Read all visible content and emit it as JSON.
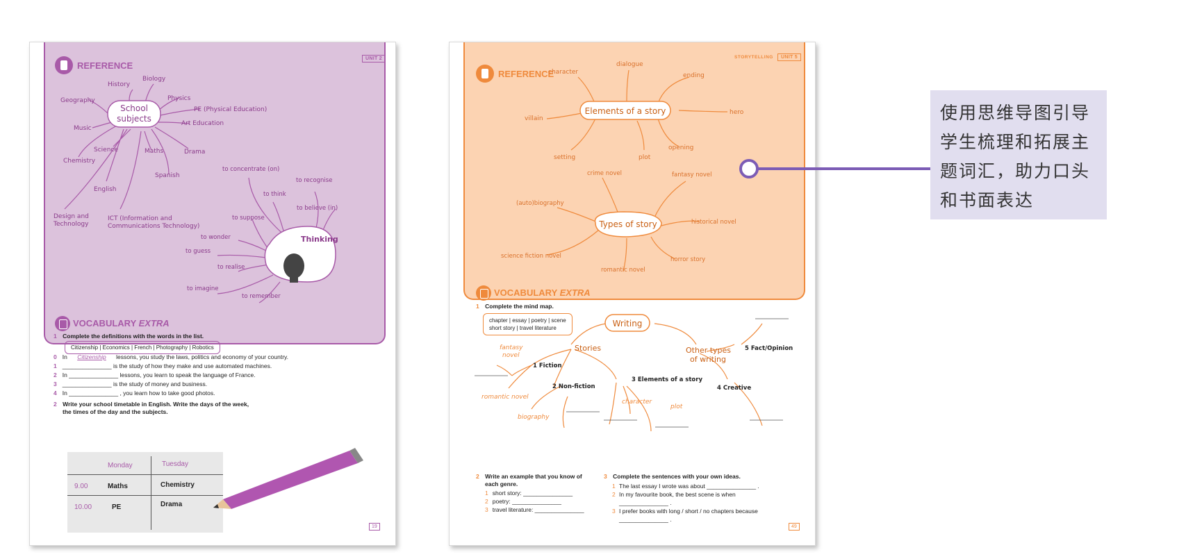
{
  "left_page": {
    "unit": "UNIT 2",
    "reference_title": "REFERENCE",
    "school_subjects": {
      "center": [
        "School",
        "subjects"
      ],
      "items": [
        "History",
        "Biology",
        "Geography",
        "Physics",
        "PE (Physical Education)",
        "Art Education",
        "Music",
        "Science",
        "Maths",
        "Drama",
        "Chemistry",
        "Spanish",
        "English",
        "Design and",
        "Technology",
        "ICT (Information and",
        "Communications Technology)"
      ]
    },
    "thinking": {
      "center": "Thinking",
      "items": [
        "to concentrate (on)",
        "to recognise",
        "to think",
        "to believe (in)",
        "to suppose",
        "to wonder",
        "to guess",
        "to realise",
        "to imagine",
        "to remember"
      ]
    },
    "vocab_title_a": "VOCABULARY ",
    "vocab_title_b": "EXTRA",
    "ex1_num": "1",
    "ex1_instruction": "Complete the definitions with the words in the list.",
    "ex1_words": "Citizenship | Economics | French | Photography | Robotics",
    "ex1_lines": [
      {
        "n": "0",
        "text_a": "In ",
        "answer": "Citizenship",
        "text_b": " lessons, you study the laws, politics and economy of your country."
      },
      {
        "n": "1",
        "text_a": "_______________ is the study of how they make and use automated machines.",
        "answer": "",
        "text_b": ""
      },
      {
        "n": "2",
        "text_a": "In _______________ lessons, you learn to speak the language of France.",
        "answer": "",
        "text_b": ""
      },
      {
        "n": "3",
        "text_a": "_______________ is the study of money and business.",
        "answer": "",
        "text_b": ""
      },
      {
        "n": "4",
        "text_a": "In _______________ , you learn how to take good photos.",
        "answer": "",
        "text_b": ""
      }
    ],
    "ex2_num": "2",
    "ex2_instruction_1": "Write your school timetable in English. Write the days of the week,",
    "ex2_instruction_2": "the times of the day and the subjects.",
    "timetable": {
      "days": [
        "Monday",
        "Tuesday"
      ],
      "rows": [
        {
          "time": "9.00",
          "mon": "Maths",
          "tue": "Chemistry"
        },
        {
          "time": "10.00",
          "mon": "PE",
          "tue": "Drama"
        }
      ]
    },
    "page_number": "19"
  },
  "right_page": {
    "header_label": "STORYTELLING",
    "unit": "UNIT 5",
    "reference_title": "REFERENCE",
    "elements": {
      "center": "Elements of a story",
      "items": [
        "character",
        "dialogue",
        "ending",
        "villain",
        "hero",
        "setting",
        "plot",
        "opening"
      ]
    },
    "types": {
      "center": "Types of story",
      "items": [
        "crime novel",
        "fantasy novel",
        "(auto)biography",
        "historical novel",
        "science fiction novel",
        "horror story",
        "romantic novel"
      ]
    },
    "vocab_title_a": "VOCABULARY ",
    "vocab_title_b": "EXTRA",
    "ex1_num": "1",
    "ex1_instruction": "Complete the mind map.",
    "ex1_words_1": "chapter | essay | poetry | scene",
    "ex1_words_2": "short story | travel literature",
    "writing_map": {
      "center": "Writing",
      "stories": "Stories",
      "other": [
        "Other types",
        "of writing"
      ],
      "fiction": "1 Fiction",
      "nonfiction": "2 Non-fiction",
      "elements": "3 Elements of a story",
      "creative": "4 Creative",
      "fact": "5 Fact/Opinion",
      "fantasy": [
        "fantasy",
        "novel"
      ],
      "romantic": "romantic novel",
      "biography": "biography",
      "character": "character",
      "plot": "plot"
    },
    "ex2_num": "2",
    "ex2_instruction_1": "Write an example that you know of",
    "ex2_instruction_2": "each genre.",
    "ex2_lines": [
      {
        "n": "1",
        "text": "short story: _______________"
      },
      {
        "n": "2",
        "text": "poetry: _______________"
      },
      {
        "n": "3",
        "text": "travel literature: _______________"
      }
    ],
    "ex3_num": "3",
    "ex3_instruction": "Complete the sentences with your own ideas.",
    "ex3_lines": [
      {
        "n": "1",
        "text": "The last essay I wrote was about _______________ ."
      },
      {
        "n": "2",
        "text": "In my favourite book, the best scene is when"
      },
      {
        "n": "",
        "text": "_______________ ."
      },
      {
        "n": "3",
        "text": "I prefer books with long / short / no chapters because"
      },
      {
        "n": "",
        "text": "_______________ ."
      }
    ],
    "page_number": "49"
  },
  "callout": {
    "text": "使用思维导图引导学生梳理和拓展主题词汇，助力口头和书面表达"
  },
  "colors": {
    "purple": "#a85aa8",
    "purple_panel": "#dcc2dc",
    "orange": "#ef8a3c",
    "orange_panel": "#fcd3b2",
    "callout_bg": "#e1deef",
    "connector": "#7c5cb5"
  }
}
